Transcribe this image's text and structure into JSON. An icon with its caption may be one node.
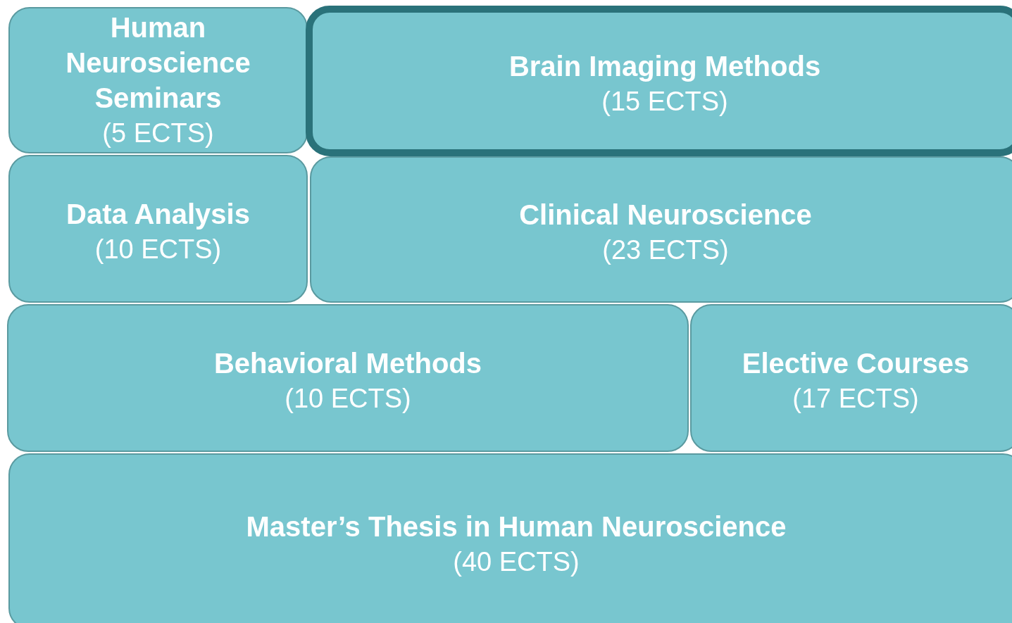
{
  "diagram": {
    "nodes": [
      {
        "text": [
          "Human Neuroscience Seminars",
          "(5 ECTS)"
        ]
      },
      {
        "text": [
          "Brain Imaging Methods",
          "(15 ECTS)"
        ]
      },
      {
        "text": [
          "Data Analysis",
          "(10 ECTS)"
        ]
      },
      {
        "text": [
          "Clinical Neuroscience",
          "(23 ECTS)"
        ]
      },
      {
        "text": [
          "Behavioral Methods",
          "(10 ECTS)"
        ]
      },
      {
        "text": [
          "Elective Courses",
          "(17 ECTS)"
        ]
      },
      {
        "text": [
          "Master’s Thesis in Human Neuroscience",
          "(40 ECTS)"
        ]
      }
    ]
  }
}
